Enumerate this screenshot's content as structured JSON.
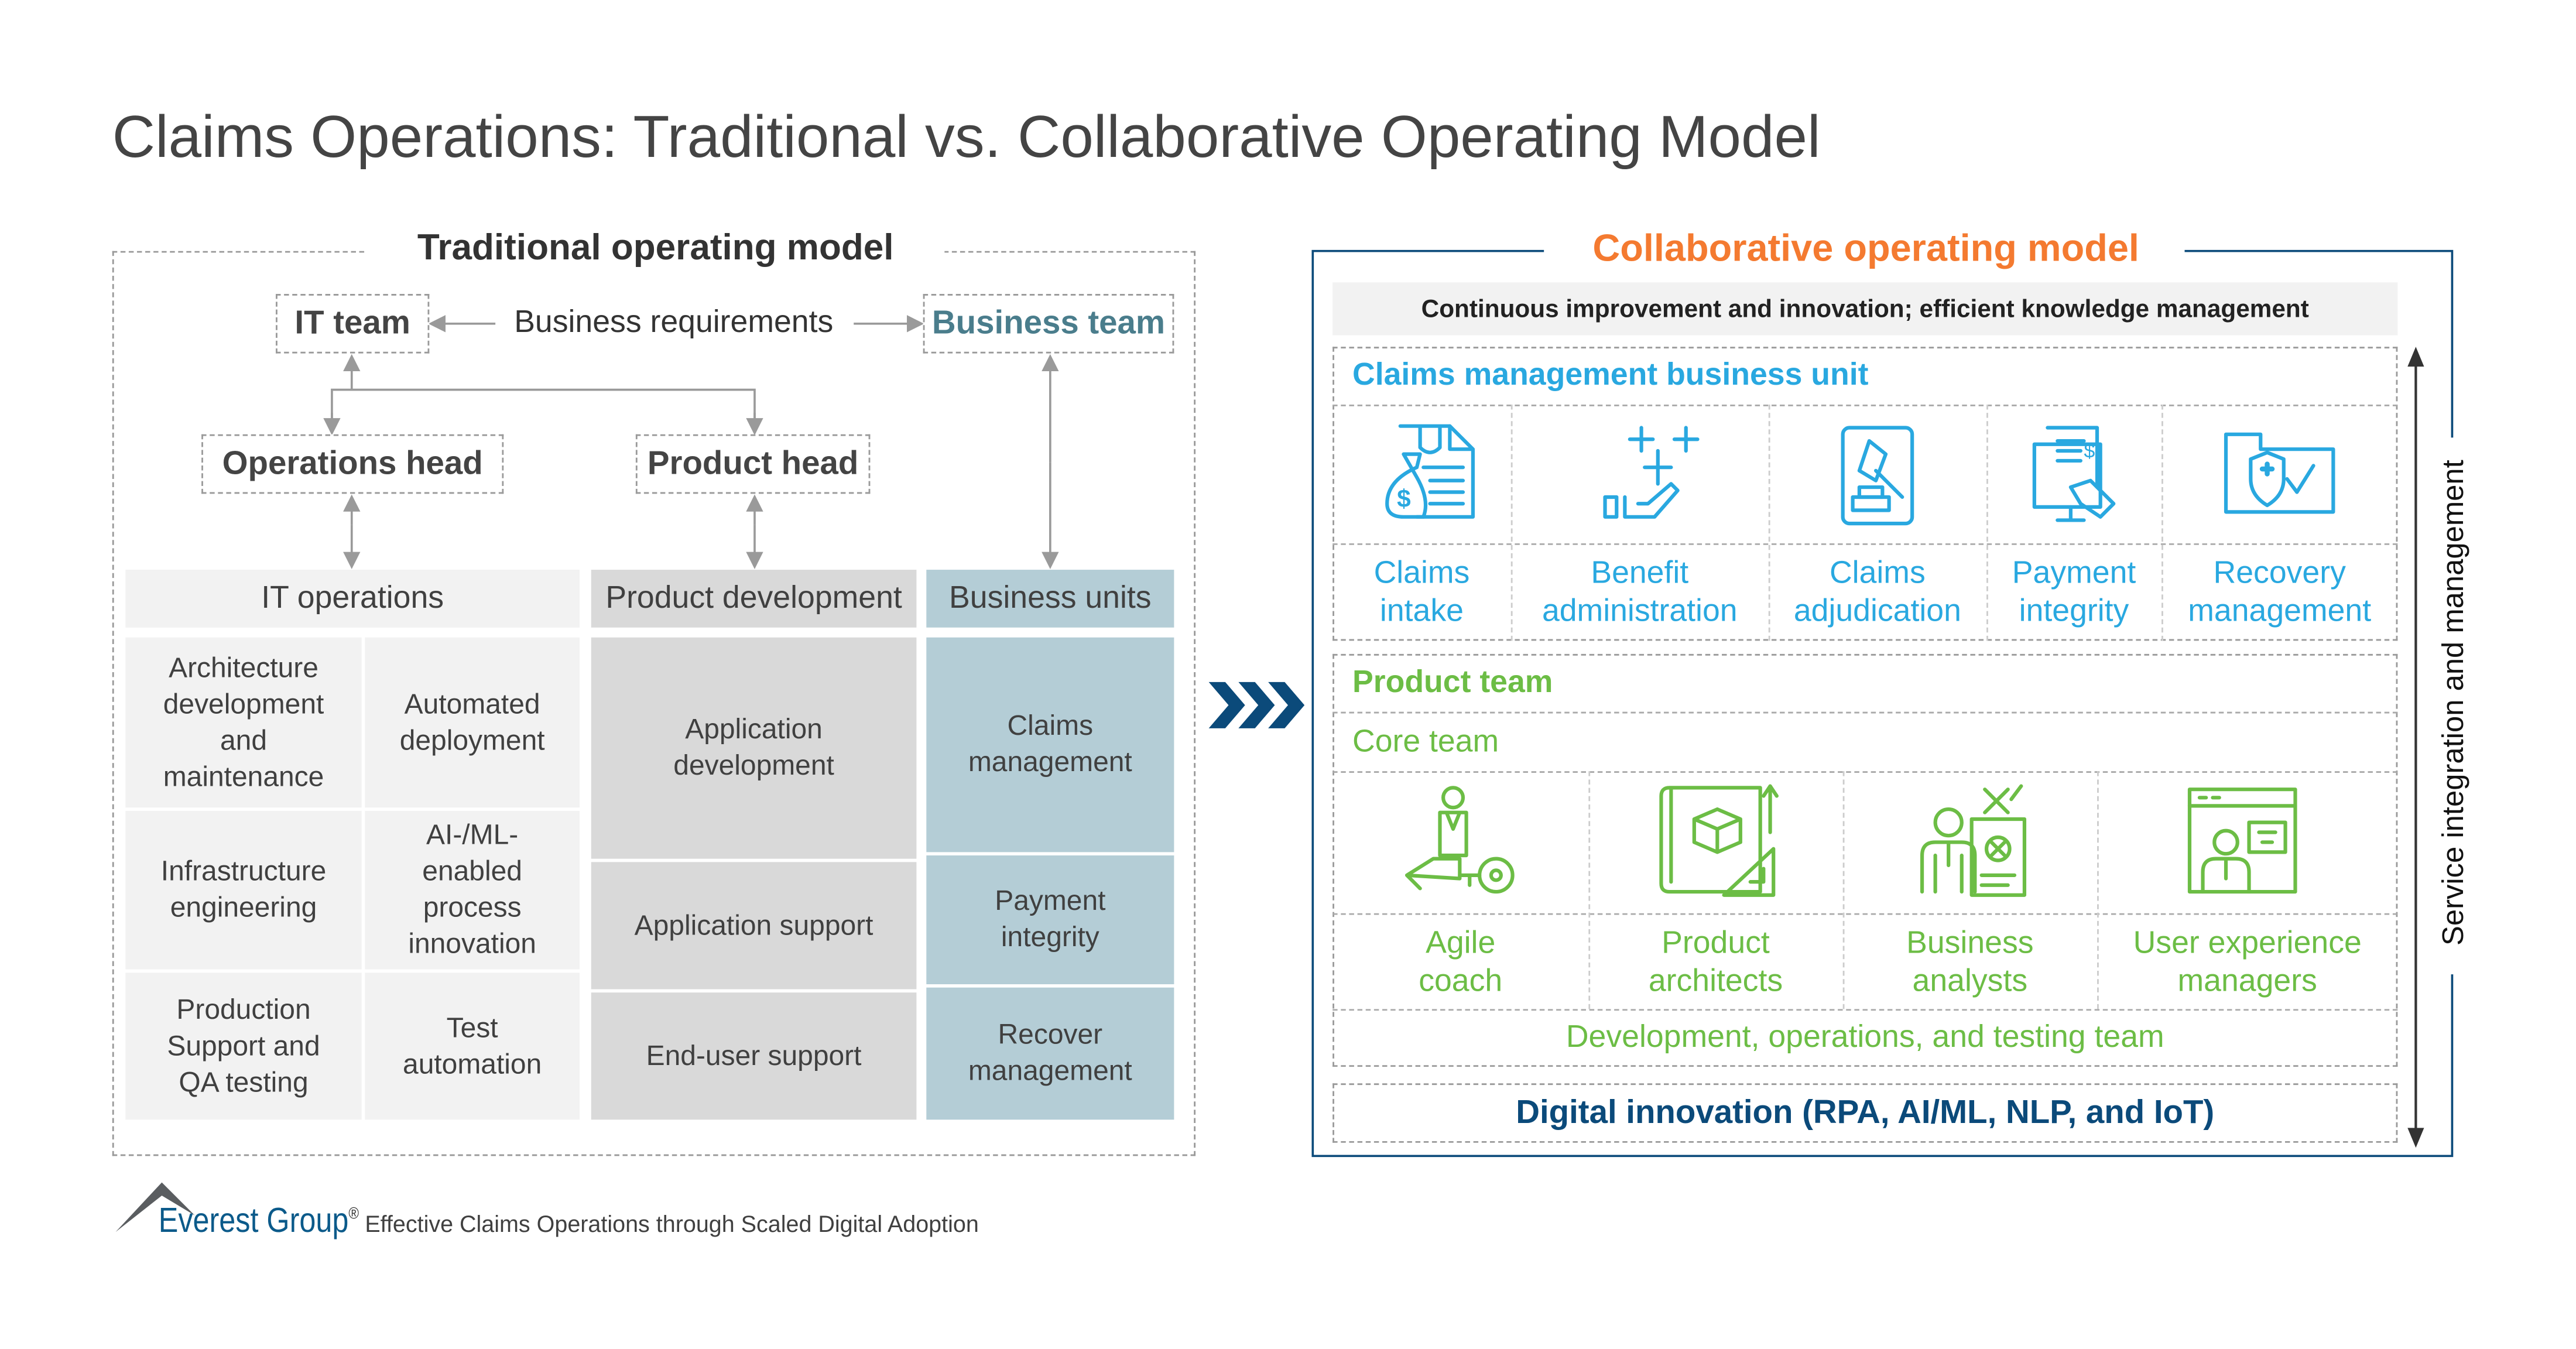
{
  "title": "Claims Operations: Traditional vs. Collaborative Operating Model",
  "traditional": {
    "heading": "Traditional operating model",
    "it_team": "IT team",
    "business_requirements": "Business requirements",
    "business_team": "Business team",
    "operations_head": "Operations head",
    "product_head": "Product head",
    "columns": [
      "IT operations",
      "Product development",
      "Business units"
    ],
    "it_cells": [
      "Architecture development and maintenance",
      "Automated deployment",
      "Infrastructure engineering",
      "AI-/ML-enabled process innovation",
      "Production Support and QA testing",
      "Test automation"
    ],
    "product_cells": [
      "Application development",
      "Application support",
      "End-user support"
    ],
    "business_cells": [
      "Claims management",
      "Payment integrity",
      "Recover management"
    ]
  },
  "collaborative": {
    "heading": "Collaborative operating model",
    "banner": "Continuous improvement and innovation; efficient knowledge management",
    "claims_unit": {
      "title": "Claims management business unit",
      "items": [
        {
          "label1": "Claims",
          "label2": "intake",
          "icon": "money-bag-document-icon"
        },
        {
          "label1": "Benefit",
          "label2": "administration",
          "icon": "hand-plus-icon"
        },
        {
          "label1": "Claims",
          "label2": "adjudication",
          "icon": "gavel-icon"
        },
        {
          "label1": "Payment",
          "label2": "integrity",
          "icon": "payment-document-icon"
        },
        {
          "label1": "Recovery",
          "label2": "management",
          "icon": "shield-folder-icon"
        }
      ]
    },
    "product_team": {
      "title": "Product team",
      "core_team": "Core team",
      "items": [
        {
          "label1": "Agile",
          "label2": "coach",
          "icon": "person-key-icon"
        },
        {
          "label1": "Product",
          "label2": "architects",
          "icon": "blueprint-icon"
        },
        {
          "label1": "Business",
          "label2": "analysts",
          "icon": "analyst-icon"
        },
        {
          "label1": "User experience",
          "label2": "managers",
          "icon": "ux-manager-icon"
        }
      ],
      "devops": "Development, operations, and testing team"
    },
    "digital": "Digital innovation (RPA, AI/ML, NLP, and IoT)",
    "side_label": "Service integration and management"
  },
  "footer": {
    "logo": "Everest Group",
    "registered": "®",
    "caption": "Effective Claims Operations through Scaled Digital Adoption"
  },
  "colors": {
    "orange": "#f47a30",
    "cyan": "#29a8e0",
    "green": "#6cbd45",
    "navy": "#0b4a7a",
    "teal": "#4a7d8c"
  }
}
